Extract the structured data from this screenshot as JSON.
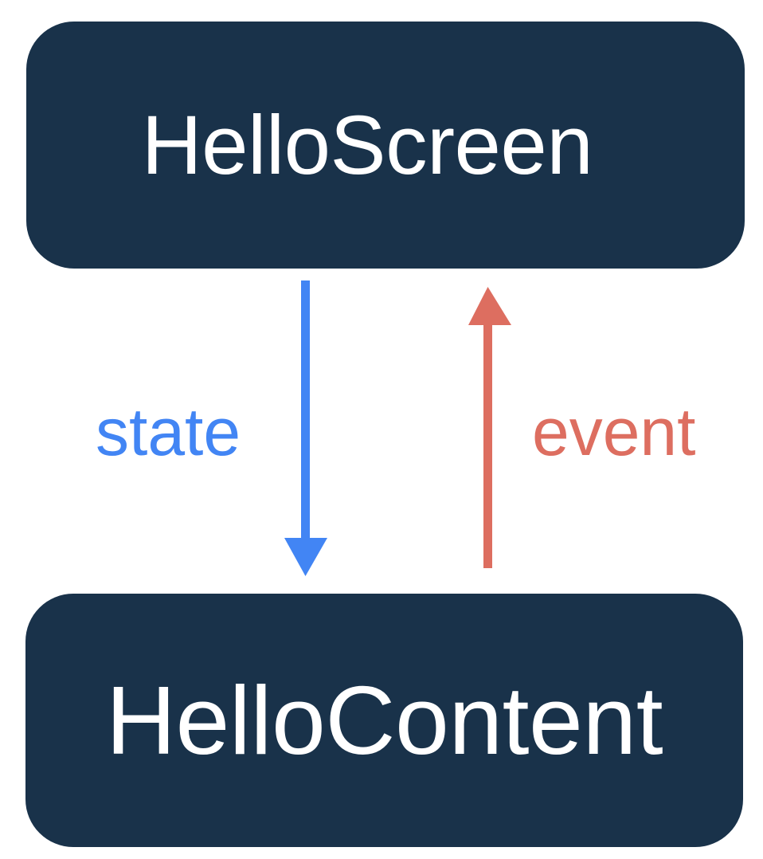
{
  "diagram": {
    "title": "HelloScreen / HelloContent unidirectional data flow",
    "type": "flow-diagram",
    "background_color": "#ffffff",
    "nodes": [
      {
        "id": "hello-screen",
        "label": "HelloScreen",
        "shape": "rounded-rectangle",
        "fill_color": "#19324a",
        "text_color": "#ffffff",
        "position": "top"
      },
      {
        "id": "hello-content",
        "label": "HelloContent",
        "shape": "rounded-rectangle",
        "fill_color": "#19324a",
        "text_color": "#ffffff",
        "position": "bottom"
      }
    ],
    "edges": [
      {
        "id": "state-edge",
        "label": "state",
        "from": "hello-screen",
        "to": "hello-content",
        "direction": "down",
        "color": "#4285f4",
        "label_color": "#4285f4"
      },
      {
        "id": "event-edge",
        "label": "event",
        "from": "hello-content",
        "to": "hello-screen",
        "direction": "up",
        "color": "#dd6e60",
        "label_color": "#dd6e60"
      }
    ]
  }
}
